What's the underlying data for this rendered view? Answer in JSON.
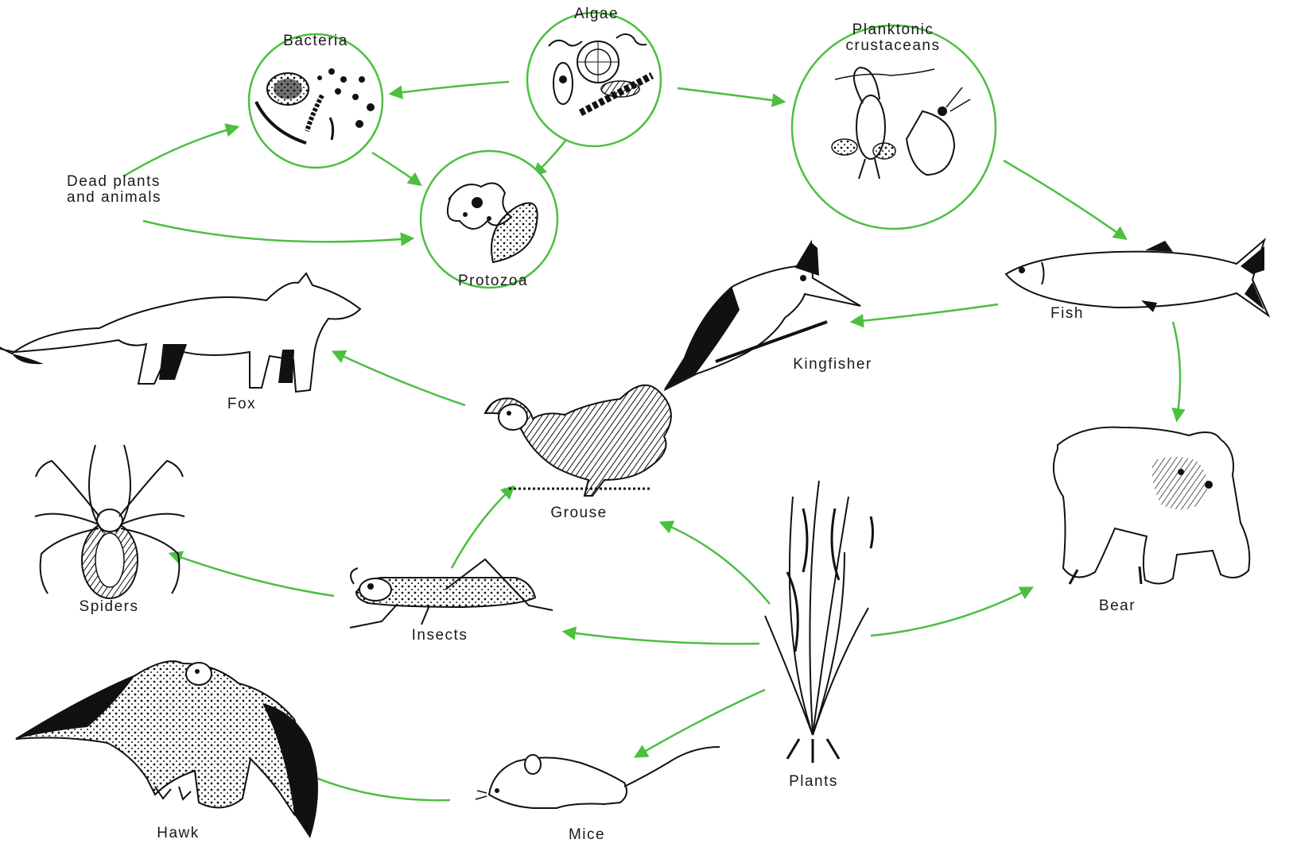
{
  "nodes": {
    "algae": "Algae",
    "bacteria": "Bacteria",
    "planktonic": [
      "Planktonic",
      "crustaceans"
    ],
    "dead": [
      "Dead plants",
      "and animals"
    ],
    "protozoa": "Protozoa",
    "fox": "Fox",
    "fish": "Fish",
    "kingfisher": "Kingfisher",
    "grouse": "Grouse",
    "spiders": "Spiders",
    "insects": "Insects",
    "plants": "Plants",
    "bear": "Bear",
    "hawk": "Hawk",
    "mice": "Mice"
  },
  "colors": {
    "arrow": "#4cbf3f",
    "circle": "#4cbf3f",
    "ink": "#111111"
  }
}
